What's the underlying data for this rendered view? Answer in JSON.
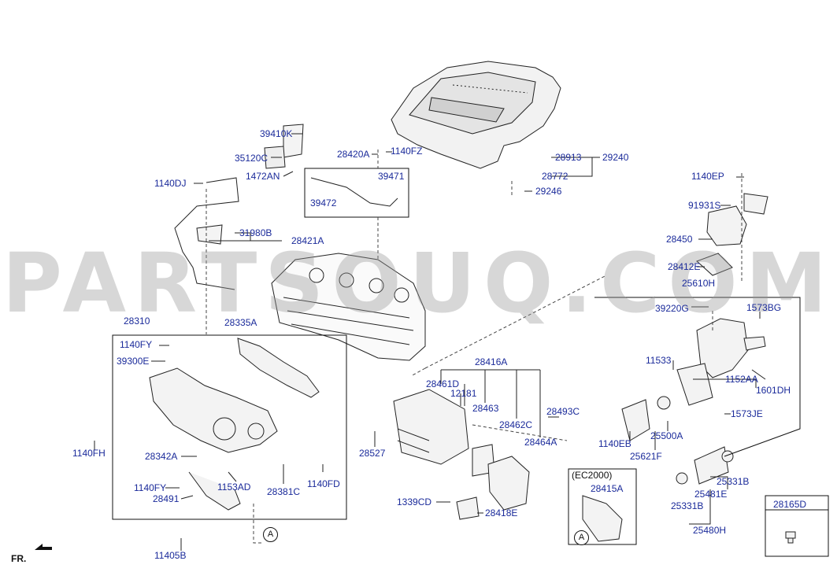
{
  "watermark": "PARTSOUQ.COM",
  "orientation_label": "FR.",
  "ref_circle": "A",
  "variant": {
    "prefix": "(EC",
    "code": "2000",
    "suffix": ")"
  },
  "part_labels": {
    "p39410K": "39410K",
    "p35120C": "35120C",
    "p1472AN": "1472AN",
    "p1140DJ": "1140DJ",
    "p28420A": "28420A",
    "p1140FZ": "1140FZ",
    "p39471": "39471",
    "p39472": "39472",
    "p31980B": "31980B",
    "p28421A": "28421A",
    "p28913": "28913",
    "p29240": "29240",
    "p28772": "28772",
    "p29246": "29246",
    "p1140EP": "1140EP",
    "p91931S": "91931S",
    "p28450": "28450",
    "p28412E": "28412E",
    "p25610H": "25610H",
    "p39220G": "39220G",
    "p1573BG": "1573BG",
    "p28310": "28310",
    "p28335A": "28335A",
    "p1140FY_a": "1140FY",
    "p39300E": "39300E",
    "p1140FH": "1140FH",
    "p28342A": "28342A",
    "p1140FY_b": "1140FY",
    "p1153AD": "1153AD",
    "p28491": "28491",
    "p28381C": "28381C",
    "p1140FD": "1140FD",
    "p11405B": "11405B",
    "p28416A": "28416A",
    "p28461D": "28461D",
    "p12181": "12181",
    "p28463": "28463",
    "p28462C": "28462C",
    "p28493C": "28493C",
    "p28464A": "28464A",
    "p28527": "28527",
    "p1339CD": "1339CD",
    "p28418E": "28418E",
    "p28415A": "28415A",
    "p11533": "11533",
    "p1152AA": "1152AA",
    "p1601DH": "1601DH",
    "p1573JE": "1573JE",
    "p25500A": "25500A",
    "p1140EB": "1140EB",
    "p25621F": "25621F",
    "p25331B_a": "25331B",
    "p25481E": "25481E",
    "p25331B_b": "25331B",
    "p25480H": "25480H",
    "p28165D": "28165D"
  }
}
